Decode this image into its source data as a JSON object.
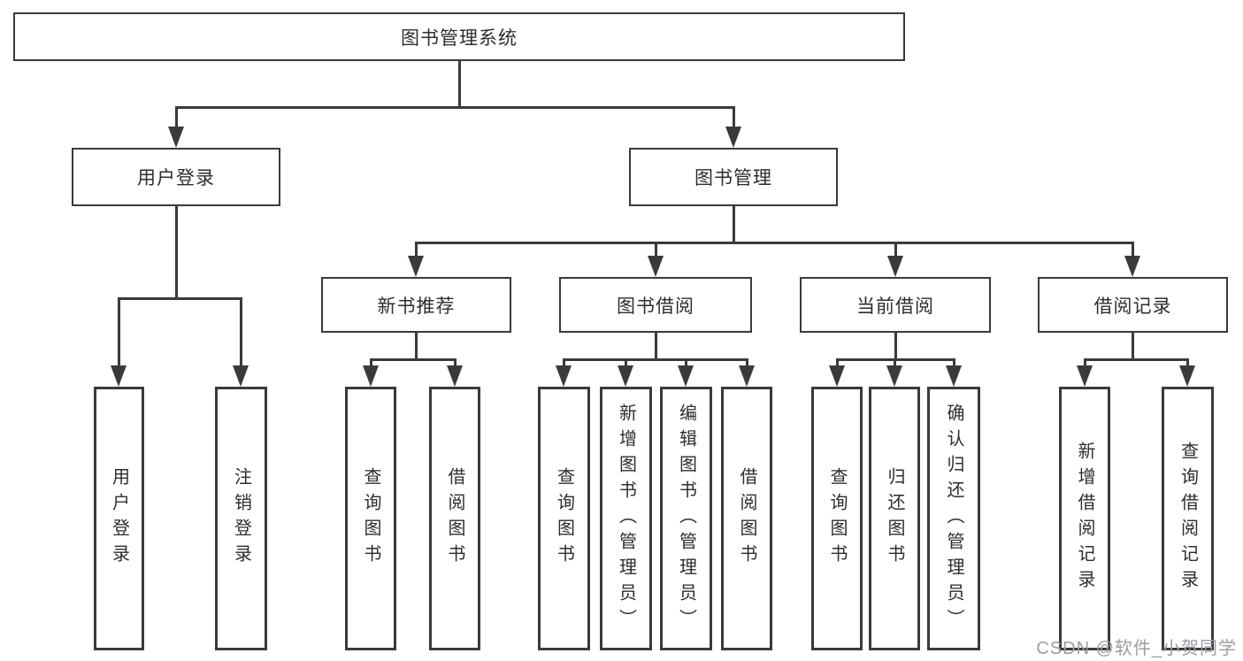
{
  "diagram": {
    "title": "图书管理系统",
    "watermark": "CSDN @软件_小贺同学",
    "colors": {
      "line": "#3a3a3a",
      "text": "#2d2d2d",
      "watermark": "#9c9ca4",
      "background": "#ffffff"
    }
  },
  "nodes": {
    "root": {
      "label": "图书管理系统"
    },
    "user_login": {
      "label": "用户登录"
    },
    "book_mgmt": {
      "label": "图书管理"
    },
    "new_rec": {
      "label": "新书推荐"
    },
    "book_borrow": {
      "label": "图书借阅"
    },
    "current_borrow": {
      "label": "当前借阅"
    },
    "borrow_records": {
      "label": "借阅记录"
    },
    "leaf_user_login": {
      "label": "用户登录"
    },
    "leaf_logout": {
      "label": "注销登录"
    },
    "rec_query": {
      "label": "查询图书"
    },
    "rec_borrow": {
      "label": "借阅图书"
    },
    "bb_query": {
      "label": "查询图书"
    },
    "bb_add": {
      "label": "新增图书（管理员）"
    },
    "bb_edit": {
      "label": "编辑图书（管理员）"
    },
    "bb_borrow": {
      "label": "借阅图书"
    },
    "cb_query": {
      "label": "查询图书"
    },
    "cb_return": {
      "label": "归还图书"
    },
    "cb_confirm": {
      "label": "确认归还（管理员）"
    },
    "br_add": {
      "label": "新增借阅记录"
    },
    "br_query": {
      "label": "查询借阅记录"
    }
  },
  "hierarchy": {
    "root": "图书管理系统",
    "children": [
      {
        "label": "用户登录",
        "children": [
          "用户登录",
          "注销登录"
        ]
      },
      {
        "label": "图书管理",
        "children": [
          {
            "label": "新书推荐",
            "children": [
              "查询图书",
              "借阅图书"
            ]
          },
          {
            "label": "图书借阅",
            "children": [
              "查询图书",
              "新增图书（管理员）",
              "编辑图书（管理员）",
              "借阅图书"
            ]
          },
          {
            "label": "当前借阅",
            "children": [
              "查询图书",
              "归还图书",
              "确认归还（管理员）"
            ]
          },
          {
            "label": "借阅记录",
            "children": [
              "新增借阅记录",
              "查询借阅记录"
            ]
          }
        ]
      }
    ]
  }
}
